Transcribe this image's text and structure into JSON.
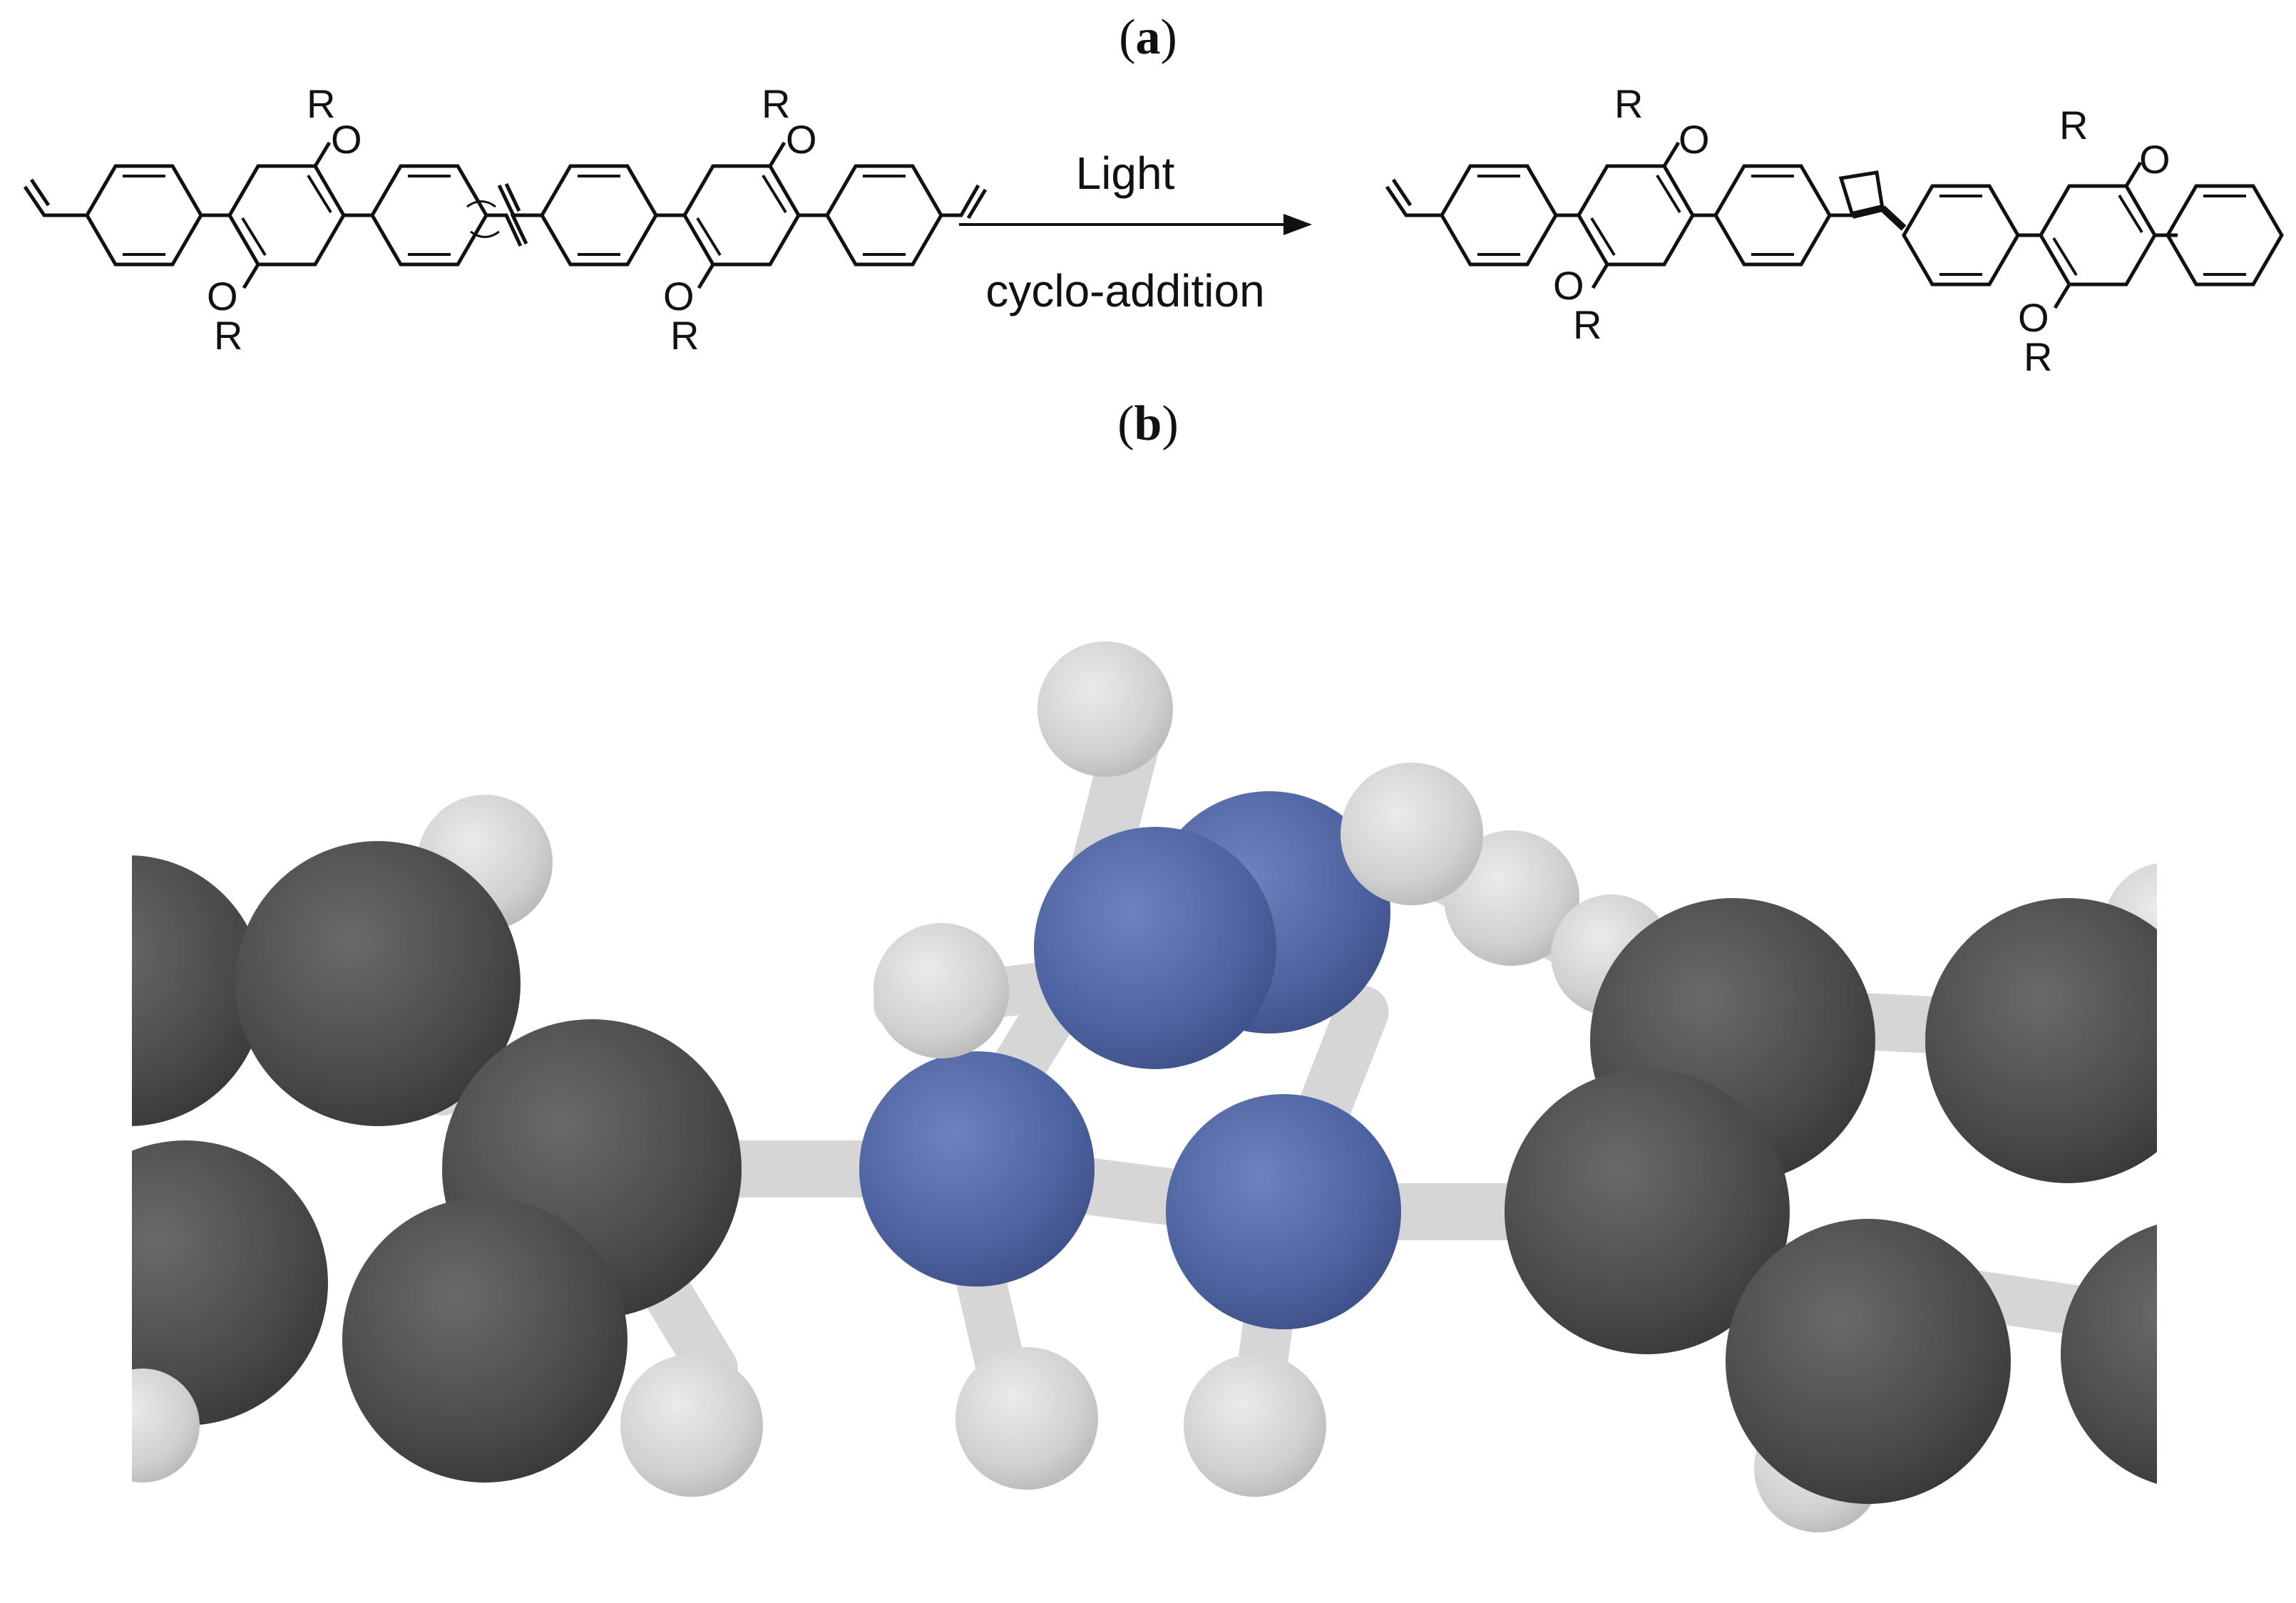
{
  "figure": {
    "panel_a_letter": "a",
    "panel_b_letter": "b"
  },
  "reaction": {
    "condition_above": "Light",
    "condition_below": "cyclo-addition",
    "substituent_atom": "O",
    "substituent_group": "R"
  },
  "model": {
    "colors": {
      "carbon": "#4a4a4a",
      "cyclobutane": "#4d62a0",
      "hydrogen": "#d0d0d0",
      "bond": "#d6d6d6"
    }
  }
}
